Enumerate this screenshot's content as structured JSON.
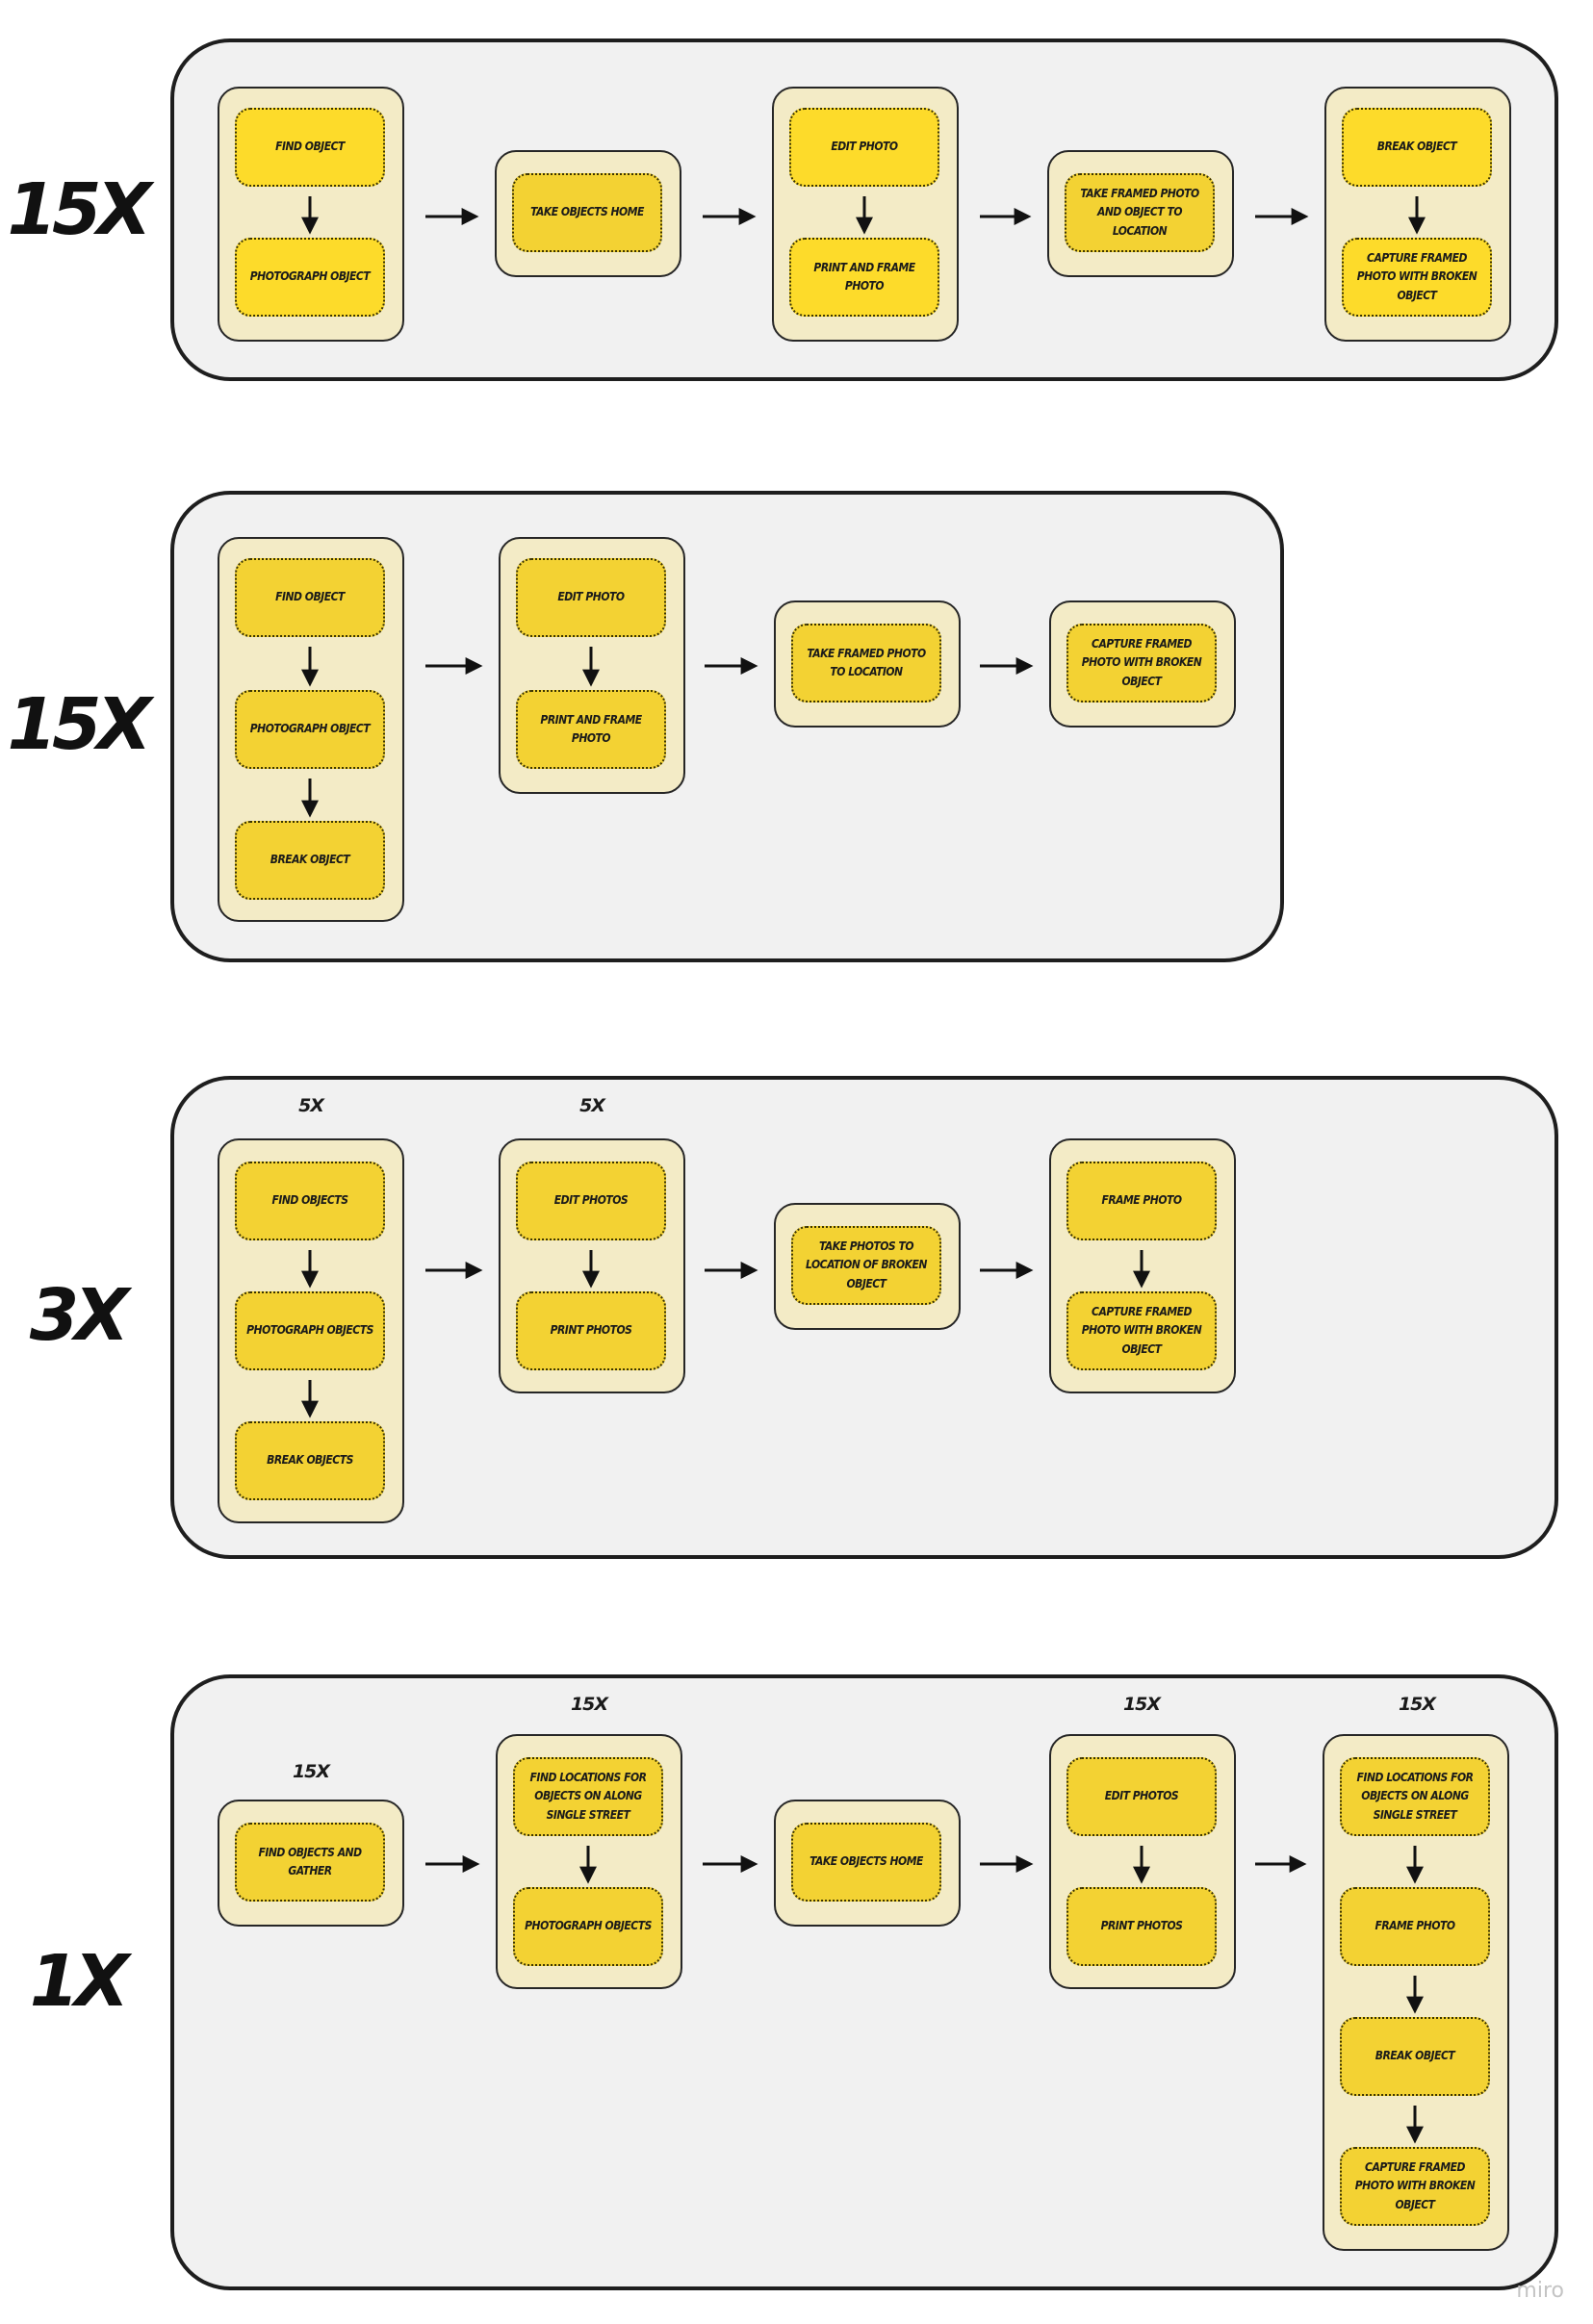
{
  "rows": [
    {
      "multiplier": "15X",
      "steps": [
        [
          "FIND OBJECT",
          "PHOTOGRAPH OBJECT"
        ],
        [
          "TAKE OBJECTS HOME"
        ],
        [
          "EDIT PHOTO",
          "PRINT AND FRAME PHOTO"
        ],
        [
          "TAKE FRAMED PHOTO AND OBJECT TO LOCATION"
        ],
        [
          "BREAK OBJECT",
          "CAPTURE FRAMED PHOTO WITH BROKEN OBJECT"
        ]
      ],
      "counts": []
    },
    {
      "multiplier": "15X",
      "steps": [
        [
          "FIND OBJECT",
          "PHOTOGRAPH OBJECT",
          "BREAK OBJECT"
        ],
        [
          "EDIT PHOTO",
          "PRINT AND FRAME PHOTO"
        ],
        [
          "TAKE FRAMED PHOTO TO LOCATION"
        ],
        [
          "CAPTURE FRAMED PHOTO WITH BROKEN OBJECT"
        ]
      ],
      "counts": []
    },
    {
      "multiplier": "3X",
      "steps": [
        [
          "FIND OBJECTS",
          "PHOTOGRAPH OBJECTS",
          "BREAK OBJECTS"
        ],
        [
          "EDIT PHOTOS",
          "PRINT PHOTOS"
        ],
        [
          "TAKE PHOTOS TO LOCATION OF BROKEN OBJECT"
        ],
        [
          "FRAME PHOTO",
          "CAPTURE FRAMED PHOTO WITH BROKEN OBJECT"
        ]
      ],
      "counts": [
        "5X",
        "5X"
      ]
    },
    {
      "multiplier": "1X",
      "steps": [
        [
          "FIND OBJECTS AND GATHER"
        ],
        [
          "FIND LOCATIONS FOR OBJECTS ON ALONG SINGLE STREET",
          "PHOTOGRAPH OBJECTS"
        ],
        [
          "TAKE OBJECTS HOME"
        ],
        [
          "EDIT PHOTOS",
          "PRINT PHOTOS"
        ],
        [
          "FIND LOCATIONS FOR OBJECTS ON ALONG SINGLE STREET",
          "FRAME PHOTO",
          "BREAK OBJECT",
          "CAPTURE FRAMED PHOTO WITH BROKEN OBJECT"
        ]
      ],
      "counts": [
        "15X",
        "15X",
        "15X",
        "15X"
      ]
    }
  ],
  "watermark": "miro",
  "colors": {
    "panel": "#f1f1f1",
    "group": "#f3ebc6",
    "card": "#f3d233",
    "card_bright": "#fddb2a",
    "outline": "#1e1e1e"
  }
}
